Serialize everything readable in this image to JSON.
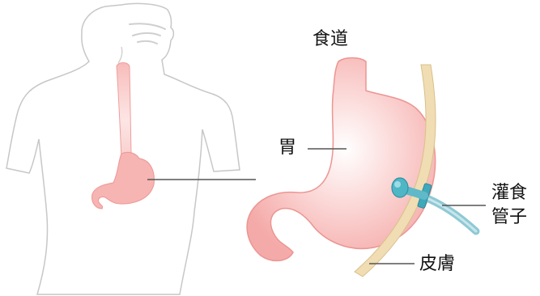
{
  "labels": {
    "esophagus": "食道",
    "stomach": "胃",
    "feeding_tube_line1": "灌食",
    "feeding_tube_line2": "管子",
    "skin": "皮膚"
  },
  "colors": {
    "stomach_fill": "#f6b8b6",
    "stomach_stroke": "#e79995",
    "skin_layer": "#f1ddb3",
    "tube": "#8ec9d4",
    "tube_cap": "#4fb6c6",
    "outline": "#c9c9c9",
    "leader_line": "#555555"
  }
}
